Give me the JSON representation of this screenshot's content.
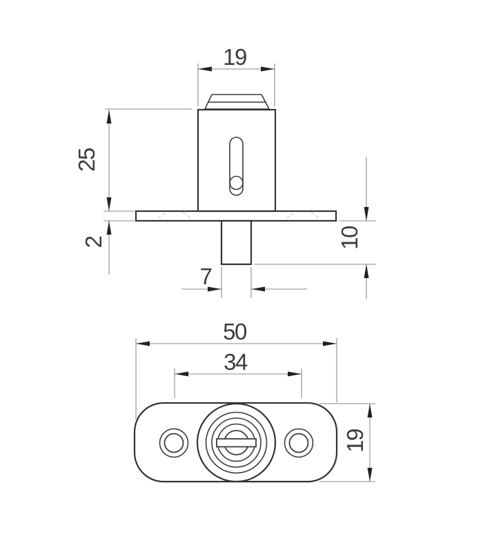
{
  "drawing": {
    "description": "two-view dimensioned drawing of a push-button furniture lock",
    "colors": {
      "background": "#ffffff",
      "outline": "#333333",
      "dimension_line": "#8a8a8a",
      "arrow": "#222222",
      "text": "#3c3c3c",
      "hidden_detail": "#c9c9c9"
    },
    "front_view": {
      "dims": {
        "body_width": "19",
        "body_height": "25",
        "flange_thickness": "2",
        "stem_width": "7",
        "stem_protrusion": "10"
      }
    },
    "plan_view": {
      "dims": {
        "plate_length": "50",
        "hole_spacing": "34",
        "plate_width": "19"
      }
    }
  }
}
